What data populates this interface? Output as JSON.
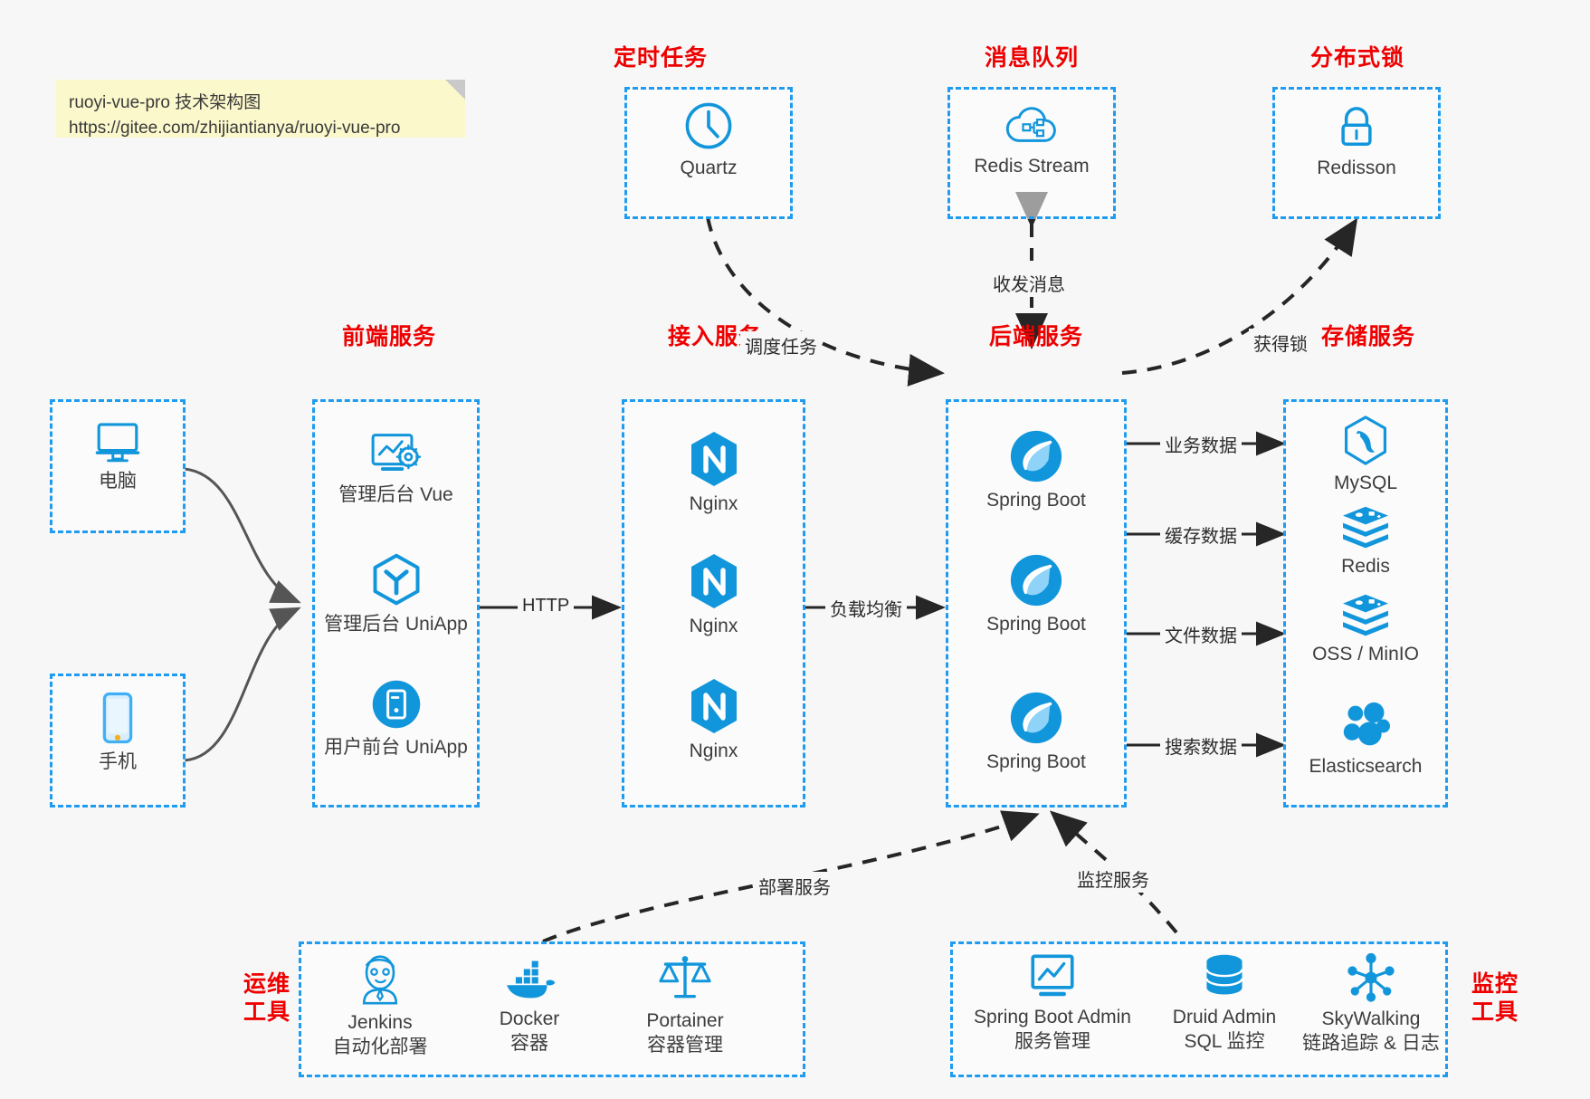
{
  "note": {
    "name": "diagram-note",
    "line1": "ruoyi-vue-pro 技术架构图",
    "line2": "https://gitee.com/zhijiantianya/ruoyi-vue-pro"
  },
  "colors": {
    "accent_blue": "#1f9cf0",
    "icon_blue": "#1296db",
    "title_red": "#ee0000",
    "arrow_gray": "#555555",
    "arrow_black": "#262626",
    "note_yellow": "#fbf8cc",
    "background": "#f7f7f7"
  },
  "groups": {
    "scheduled_task": {
      "title": "定时任务",
      "nodes": [
        {
          "label": "Quartz",
          "icon": "clock-icon"
        }
      ]
    },
    "message_queue": {
      "title": "消息队列",
      "nodes": [
        {
          "label": "Redis Stream",
          "icon": "cloud-stream-icon"
        }
      ]
    },
    "distributed_lock": {
      "title": "分布式锁",
      "nodes": [
        {
          "label": "Redisson",
          "icon": "lock-icon"
        }
      ]
    },
    "client_pc": {
      "title": "",
      "nodes": [
        {
          "label": "电脑",
          "icon": "desktop-monitor-icon"
        }
      ]
    },
    "client_mobile": {
      "title": "",
      "nodes": [
        {
          "label": "手机",
          "icon": "mobile-phone-icon"
        }
      ]
    },
    "frontend": {
      "title": "前端服务",
      "nodes": [
        {
          "label": "管理后台 Vue",
          "icon": "dashboard-gear-icon"
        },
        {
          "label": "管理后台 UniApp",
          "icon": "hexagon-uniapp-icon"
        },
        {
          "label": "用户前台 UniApp",
          "icon": "circle-app-icon"
        }
      ]
    },
    "gateway": {
      "title": "接入服务",
      "nodes": [
        {
          "label": "Nginx",
          "icon": "nginx-icon"
        },
        {
          "label": "Nginx",
          "icon": "nginx-icon"
        },
        {
          "label": "Nginx",
          "icon": "nginx-icon"
        }
      ]
    },
    "backend": {
      "title": "后端服务",
      "nodes": [
        {
          "label": "Spring Boot",
          "icon": "spring-boot-icon"
        },
        {
          "label": "Spring Boot",
          "icon": "spring-boot-icon"
        },
        {
          "label": "Spring Boot",
          "icon": "spring-boot-icon"
        }
      ]
    },
    "storage": {
      "title": "存储服务",
      "nodes": [
        {
          "label": "MySQL",
          "icon": "mysql-icon"
        },
        {
          "label": "Redis",
          "icon": "redis-icon"
        },
        {
          "label": "OSS / MinIO",
          "icon": "oss-minio-icon"
        },
        {
          "label": "Elasticsearch",
          "icon": "elasticsearch-icon"
        }
      ]
    },
    "devops": {
      "title": "运维\n工具",
      "title_line1": "运维",
      "title_line2": "工具",
      "nodes": [
        {
          "label": "Jenkins",
          "sublabel": "自动化部署",
          "icon": "jenkins-icon"
        },
        {
          "label": "Docker",
          "sublabel": "容器",
          "icon": "docker-icon"
        },
        {
          "label": "Portainer",
          "sublabel": "容器管理",
          "icon": "scales-icon"
        }
      ]
    },
    "monitoring": {
      "title_line1": "监控",
      "title_line2": "工具",
      "nodes": [
        {
          "label": "Spring Boot Admin",
          "sublabel": "服务管理",
          "icon": "monitor-chart-icon"
        },
        {
          "label": "Druid Admin",
          "sublabel": "SQL 监控",
          "icon": "database-icon"
        },
        {
          "label": "SkyWalking",
          "sublabel": "链路追踪 & 日志",
          "icon": "skywalking-icon"
        }
      ]
    }
  },
  "edges": [
    {
      "id": "edge-http",
      "label": "HTTP",
      "from": "frontend",
      "to": "gateway",
      "style": "solid"
    },
    {
      "id": "edge-loadbalance",
      "label": "负载均衡",
      "from": "gateway",
      "to": "backend",
      "style": "solid"
    },
    {
      "id": "edge-business-data",
      "label": "业务数据",
      "from": "backend",
      "to": "storage",
      "style": "solid"
    },
    {
      "id": "edge-cache-data",
      "label": "缓存数据",
      "from": "backend",
      "to": "storage",
      "style": "solid"
    },
    {
      "id": "edge-file-data",
      "label": "文件数据",
      "from": "backend",
      "to": "storage",
      "style": "solid"
    },
    {
      "id": "edge-search-data",
      "label": "搜索数据",
      "from": "backend",
      "to": "storage",
      "style": "solid"
    },
    {
      "id": "edge-schedule-task",
      "label": "调度任务",
      "from": "scheduled_task",
      "to": "backend",
      "style": "dashed"
    },
    {
      "id": "edge-send-receive-message",
      "label": "收发消息",
      "from": "message_queue",
      "to": "backend",
      "style": "dashed-bidir"
    },
    {
      "id": "edge-acquire-lock",
      "label": "获得锁",
      "from": "backend",
      "to": "distributed_lock",
      "style": "dashed"
    },
    {
      "id": "edge-deploy-service",
      "label": "部署服务",
      "from": "devops",
      "to": "backend",
      "style": "dashed"
    },
    {
      "id": "edge-monitor-service",
      "label": "监控服务",
      "from": "monitoring",
      "to": "backend",
      "style": "dashed"
    }
  ]
}
